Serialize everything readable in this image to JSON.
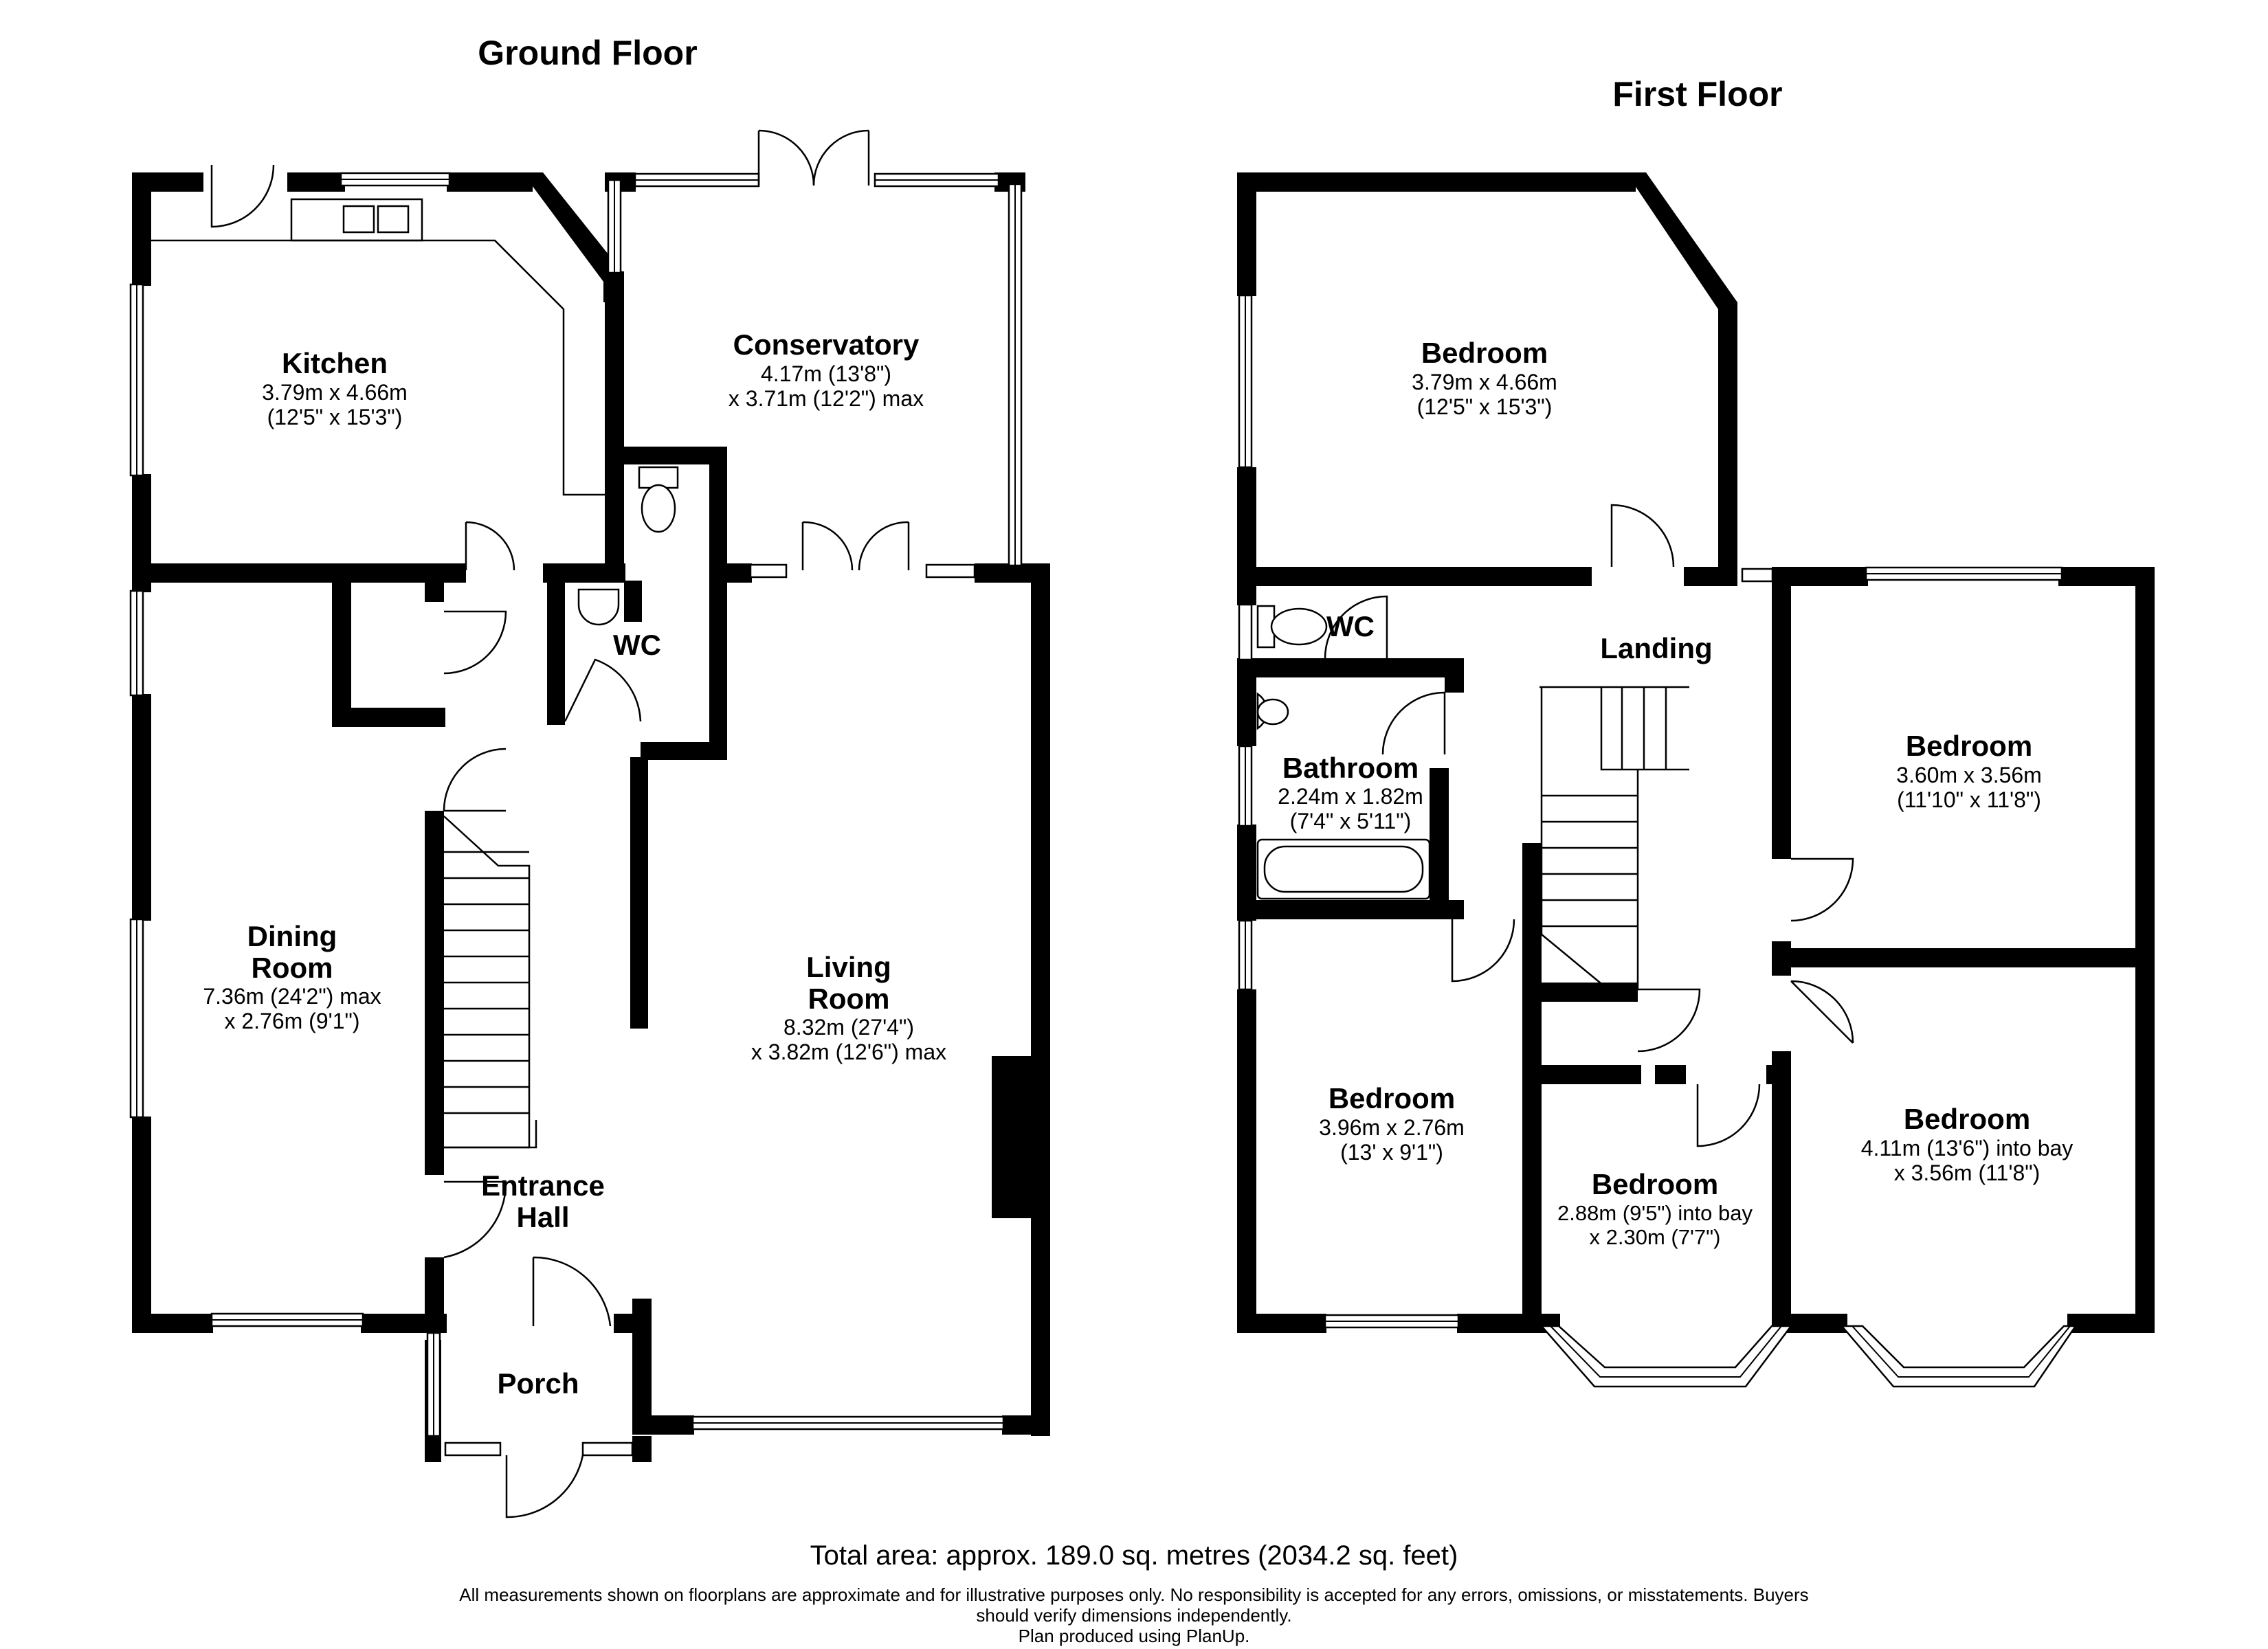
{
  "ground_floor": {
    "title": "Ground Floor",
    "rooms": {
      "kitchen": {
        "name": "Kitchen",
        "dim1": "3.79m x 4.66m",
        "dim2": "(12'5\" x 15'3\")"
      },
      "conservatory": {
        "name": "Conservatory",
        "dim1": "4.17m (13'8\")",
        "dim2": "x 3.71m (12'2\") max"
      },
      "wc": {
        "name": "WC"
      },
      "dining_room": {
        "name1": "Dining",
        "name2": "Room",
        "dim1": "7.36m (24'2\") max",
        "dim2": "x 2.76m (9'1\")"
      },
      "living_room": {
        "name1": "Living",
        "name2": "Room",
        "dim1": "8.32m (27'4\")",
        "dim2": "x 3.82m (12'6\") max"
      },
      "entrance_hall": {
        "name1": "Entrance",
        "name2": "Hall"
      },
      "porch": {
        "name": "Porch"
      }
    }
  },
  "first_floor": {
    "title": "First Floor",
    "rooms": {
      "bedroom_top": {
        "name": "Bedroom",
        "dim1": "3.79m x 4.66m",
        "dim2": "(12'5\" x 15'3\")"
      },
      "wc": {
        "name": "WC"
      },
      "landing": {
        "name": "Landing"
      },
      "bathroom": {
        "name": "Bathroom",
        "dim1": "2.24m x 1.82m",
        "dim2": "(7'4\" x 5'11\")"
      },
      "bedroom_right": {
        "name": "Bedroom",
        "dim1": "3.60m x 3.56m",
        "dim2": "(11'10\" x 11'8\")"
      },
      "bedroom_left": {
        "name": "Bedroom",
        "dim1": "3.96m x 2.76m",
        "dim2": "(13' x 9'1\")"
      },
      "bedroom_small": {
        "name": "Bedroom",
        "dim1": "2.88m (9'5\") into bay",
        "dim2": "x 2.30m (7'7\")"
      },
      "bedroom_bay": {
        "name": "Bedroom",
        "dim1": "4.11m (13'6\") into bay",
        "dim2": "x 3.56m (11'8\")"
      }
    }
  },
  "footer": {
    "total_area": "Total area: approx. 189.0 sq. metres (2034.2 sq. feet)",
    "disclaimer_line1": "All measurements shown on floorplans are approximate and for illustrative purposes only. No responsibility is accepted for any errors, omissions, or misstatements. Buyers",
    "disclaimer_line2": "should verify dimensions independently.",
    "disclaimer_line3": "Plan produced using PlanUp."
  }
}
